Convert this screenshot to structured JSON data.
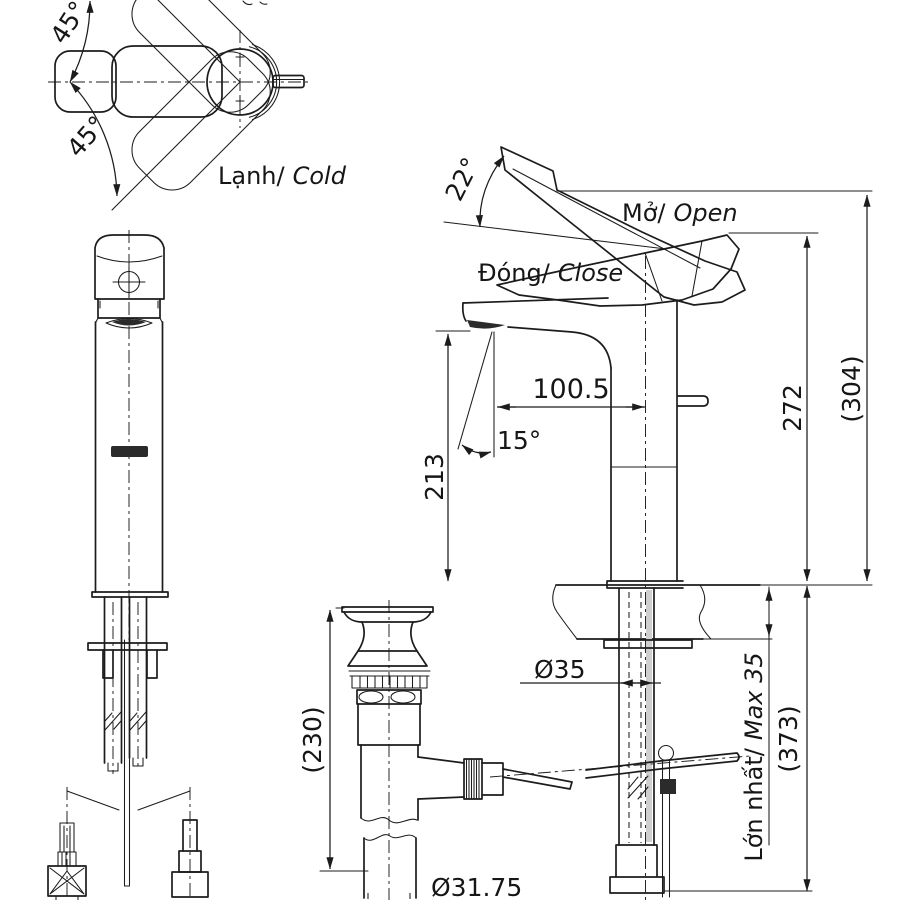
{
  "colors": {
    "line": "#1c1c1c",
    "background": "#ffffff",
    "dark_fill": "#2b2b2b",
    "shank_shade": "#cfcfcf"
  },
  "top_view": {
    "swing_upper_label": "45°",
    "swing_lower_label": "45°",
    "cold_label_vi": "Lạnh/",
    "cold_label_en": "Cold"
  },
  "side_view": {
    "open_label_vi": "Mở/",
    "open_label_en": "Open",
    "close_label_vi": "Đóng/",
    "close_label_en": "Close",
    "handle_swing_angle": "22°",
    "spout_reach": "100.5",
    "spout_tilt_angle": "15°",
    "spout_height": "213",
    "height_to_handle_closed": "272",
    "height_to_handle_open": "(304)",
    "below_counter_depth": "(373)",
    "shank_diameter": "Ø35",
    "counter_max_vi": "Lớn nhất/",
    "counter_max_en": "Max 35"
  },
  "drain_view": {
    "assembly_length": "(230)",
    "tailpiece_diameter": "Ø31.75"
  }
}
